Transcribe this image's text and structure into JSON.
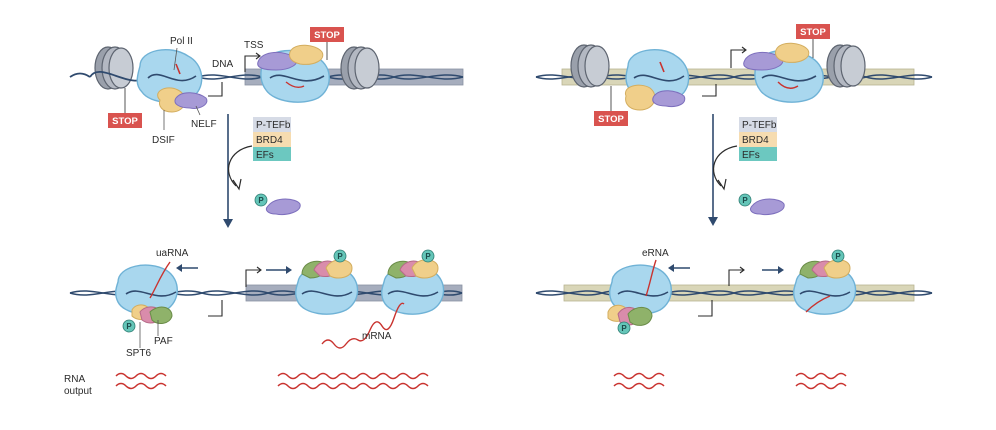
{
  "colors": {
    "dna_strand": "#2f4a6e",
    "pol2_fill": "#a9d7ee",
    "pol2_stroke": "#6fb2d6",
    "nucleosome": "#9aa0ab",
    "enhancer_band": "#d9d6b8",
    "promoter_band": "#a6adbd",
    "stop_red": "#d9534f",
    "rna_red": "#c9332f",
    "dsif": "#f0cf8a",
    "nelf": "#a79ad6",
    "ptefb": "#d6dbe6",
    "brd4": "#f6dcb0",
    "efs": "#6cc8c0",
    "paf": "#d98cab",
    "spt6": "#8fb26a",
    "phospho": "#64c5b8"
  },
  "labels": {
    "pol2": "Pol II",
    "tss": "TSS",
    "dna": "DNA",
    "nelf": "NELF",
    "dsif": "DSIF",
    "stop": "STOP",
    "uarna": "uaRNA",
    "paf": "PAF",
    "spt6": "SPT6",
    "mrna": "mRNA",
    "erna": "eRNA",
    "rna_output_line1": "RNA",
    "rna_output_line2": "output",
    "phospho": "P"
  },
  "factor_box": {
    "items": [
      "P-TEFb",
      "BRD4",
      "EFs"
    ]
  }
}
